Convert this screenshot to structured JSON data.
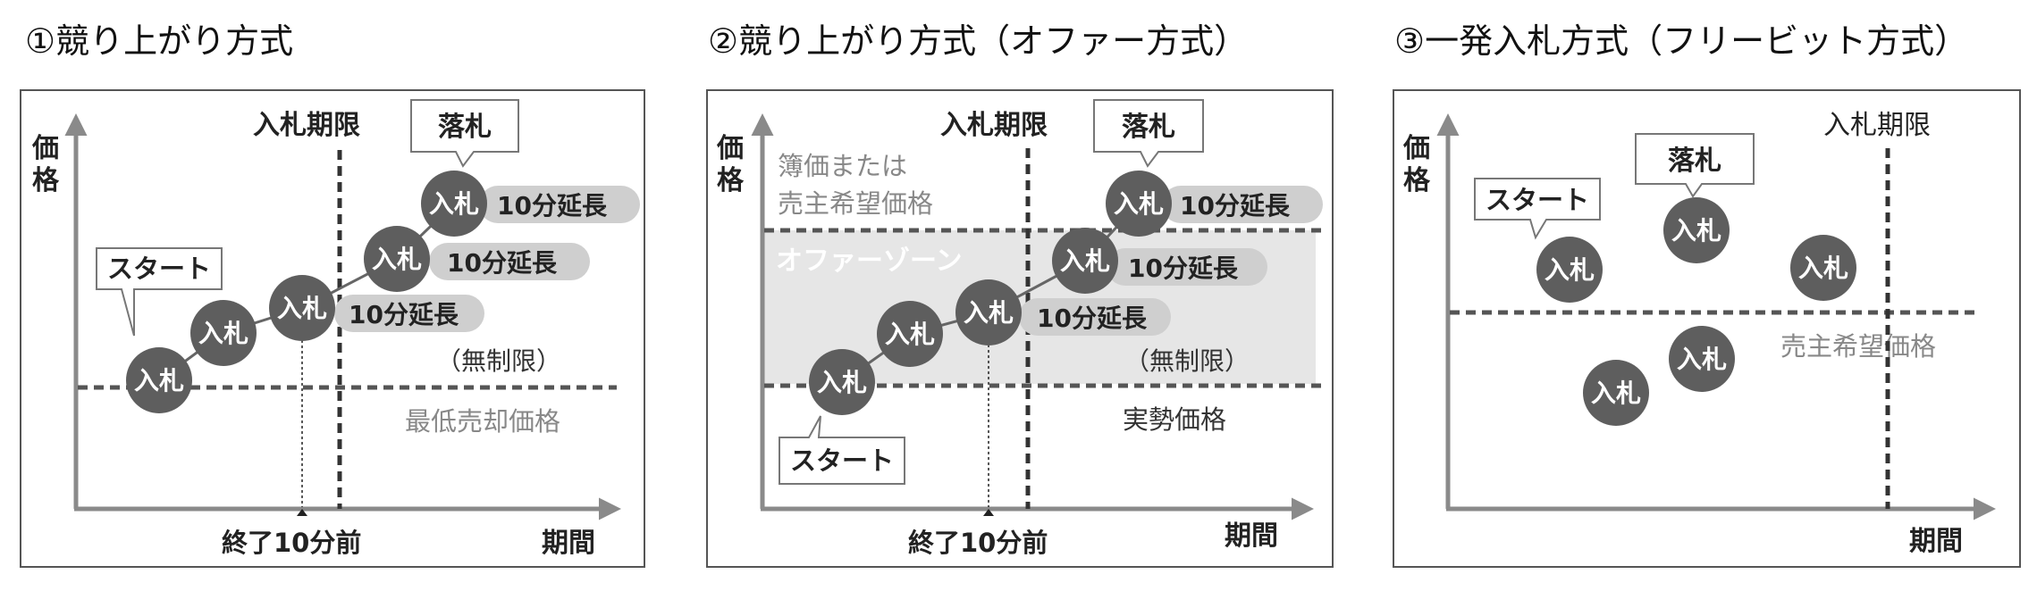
{
  "panels": [
    {
      "title": "①競り上がり方式",
      "axis_y": "価格",
      "axis_x": "期間",
      "deadline": "入札期限",
      "min_price": "最低売却価格",
      "unlimited": "（無制限）",
      "before_end": "終了10分前",
      "start": "スタート",
      "award": "落札",
      "bid": "入札",
      "extend": "10分延長"
    },
    {
      "title": "②競り上がり方式（オファー方式）",
      "axis_y": "価格",
      "axis_x": "期間",
      "deadline": "入札期限",
      "book_price_l1": "簿価または",
      "book_price_l2": "売主希望価格",
      "zone": "オファーゾーン",
      "unlimited": "（無制限）",
      "actual_price": "実勢価格",
      "before_end": "終了10分前",
      "start": "スタート",
      "award": "落札",
      "bid": "入札",
      "extend": "10分延長"
    },
    {
      "title": "③一発入札方式（フリービット方式）",
      "axis_y": "価格",
      "axis_x": "期間",
      "deadline": "入札期限",
      "seller_price": "売主希望価格",
      "start": "スタート",
      "award": "落札",
      "bid": "入札"
    }
  ],
  "colors": {
    "bid_circle": "#5e5e5e",
    "extend_pill": "#cfcfcf",
    "zone": "#e6e6e6",
    "axis": "#8a8a8a",
    "dashed": "#555555"
  }
}
